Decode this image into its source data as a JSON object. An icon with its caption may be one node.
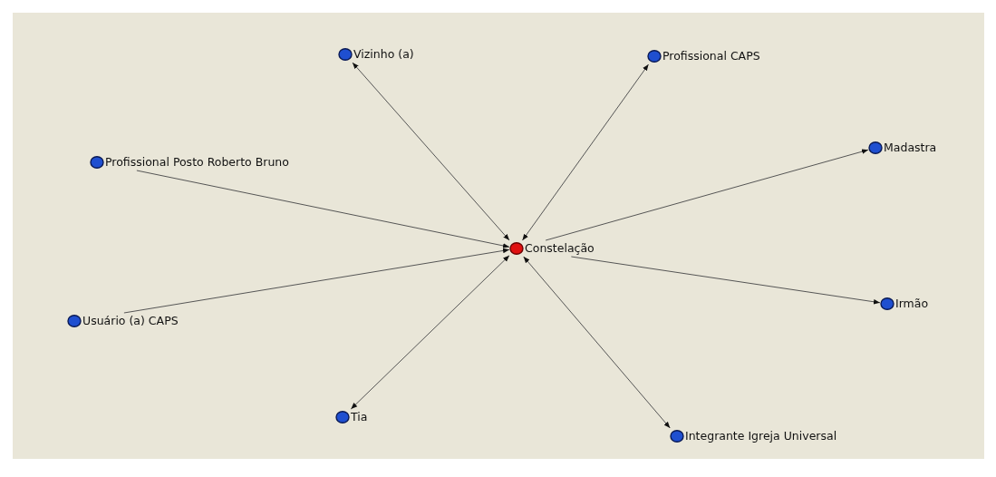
{
  "diagram": {
    "nodes": [
      {
        "text": [
          "Vizinho (a)"
        ]
      },
      {
        "text": [
          "Profissional CAPS"
        ]
      },
      {
        "text": [
          "Madastra"
        ]
      },
      {
        "text": [
          "Profissional Posto Roberto Bruno"
        ]
      },
      {
        "text": [
          "Constelação"
        ]
      },
      {
        "text": [
          "Irmão"
        ]
      },
      {
        "text": [
          "Usuário (a) CAPS"
        ]
      },
      {
        "text": [
          "Tia"
        ]
      },
      {
        "text": [
          "Integrante Igreja Universal"
        ]
      }
    ],
    "edges": [
      {
        "from": 4,
        "to": 0,
        "arrow": "both"
      },
      {
        "from": 4,
        "to": 1,
        "arrow": "both"
      },
      {
        "from": 4,
        "to": 2,
        "arrow": "to"
      },
      {
        "from": 3,
        "to": 4,
        "arrow": "to"
      },
      {
        "from": 4,
        "to": 5,
        "arrow": "to"
      },
      {
        "from": 6,
        "to": 4,
        "arrow": "to"
      },
      {
        "from": 4,
        "to": 7,
        "arrow": "both"
      },
      {
        "from": 4,
        "to": 8,
        "arrow": "both"
      }
    ]
  }
}
